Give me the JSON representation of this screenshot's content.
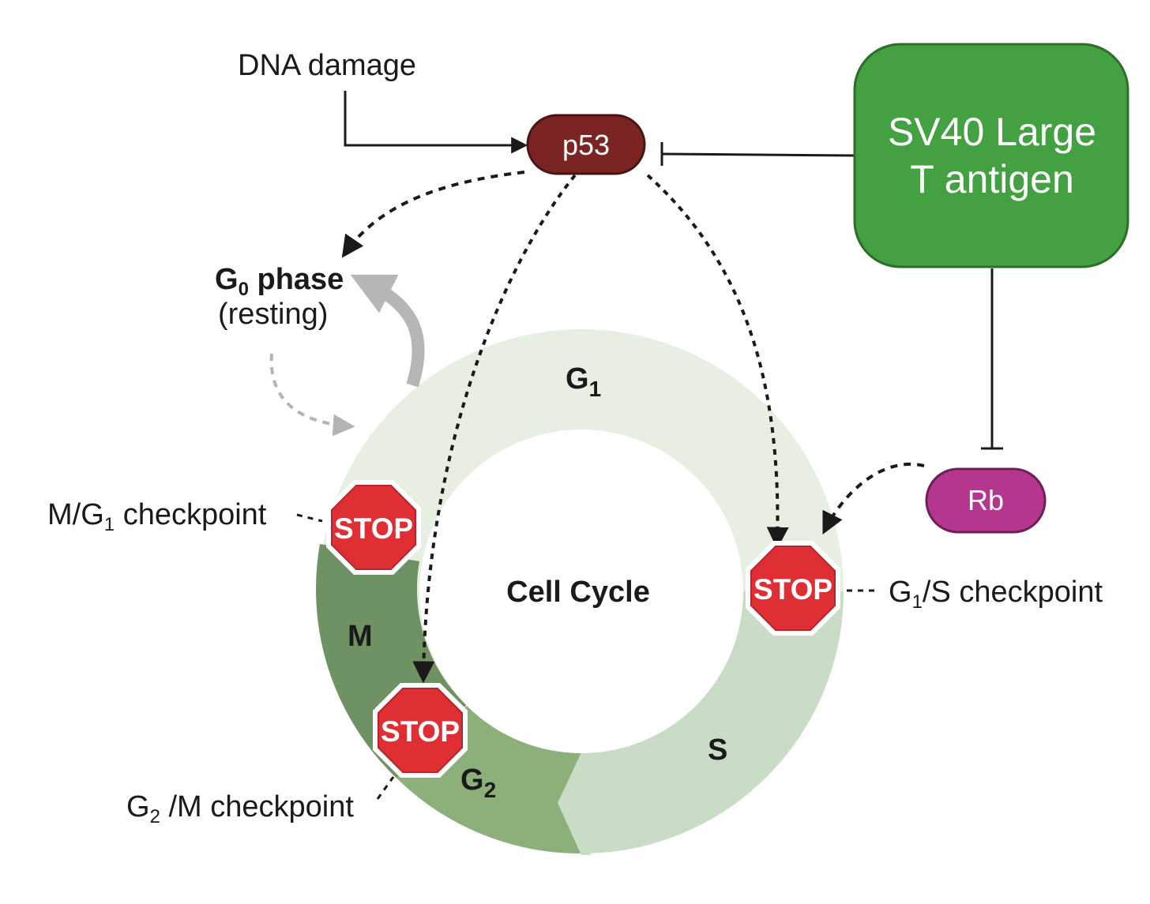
{
  "inputs": {
    "dna_damage": "DNA damage"
  },
  "proteins": {
    "p53": "p53",
    "rb": "Rb",
    "sv40_line1": "SV40 Large",
    "sv40_line2": "T antigen"
  },
  "g0": {
    "title_letter": "G",
    "title_sub": "0",
    "title_rest": " phase",
    "subtitle": "(resting)"
  },
  "cycle": {
    "center_label": "Cell Cycle",
    "phases": {
      "g1_letter": "G",
      "g1_sub": "1",
      "s": "S",
      "g2_letter": "G",
      "g2_sub": "2",
      "m": "M"
    }
  },
  "checkpoints": {
    "stop_text": "STOP",
    "m_g1": {
      "a": "M/G",
      "sub": "1",
      "b": " checkpoint"
    },
    "g1_s": {
      "a": "G",
      "sub": "1",
      "b": "/S checkpoint"
    },
    "g2_m": {
      "a": "G",
      "sub": "2",
      "b": " /M checkpoint"
    }
  },
  "colors": {
    "p53": "#7b2424",
    "rb": "#b5368f",
    "sv40": "#43a141",
    "sv40_border": "#2c6e2a",
    "stop_red": "#df2f35",
    "g1_ring": "#e6efe1",
    "s_ring": "#c8dcc6",
    "g2_ring": "#8db07b",
    "m_ring": "#6f9262"
  }
}
